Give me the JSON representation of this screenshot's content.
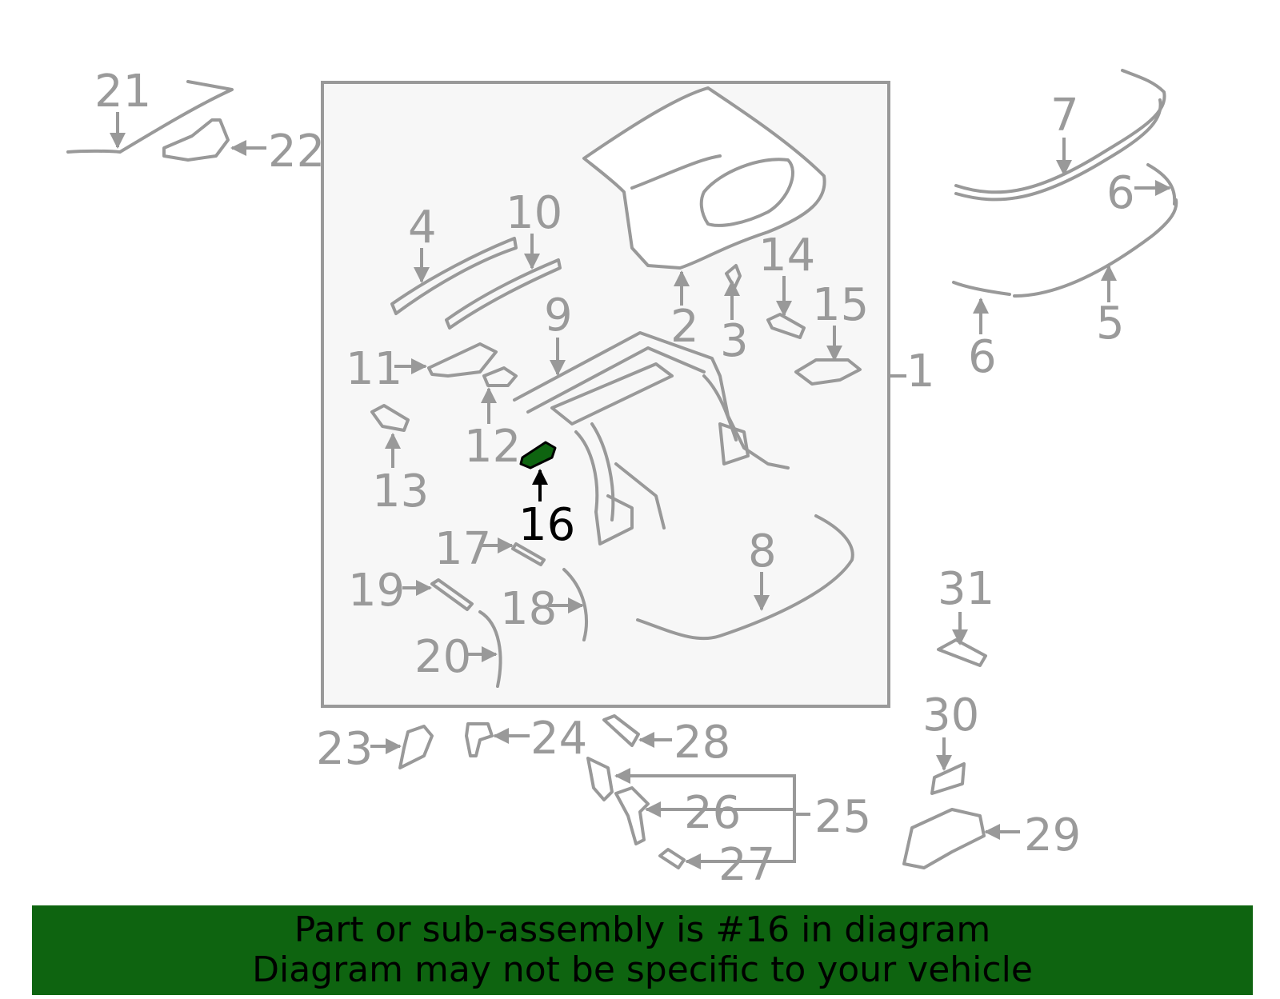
{
  "diagram": {
    "highlight_color": "#0e6410",
    "callouts": {
      "c1": "1",
      "c2": "2",
      "c3": "3",
      "c4": "4",
      "c5": "5",
      "c6a": "6",
      "c6b": "6",
      "c7": "7",
      "c8": "8",
      "c9": "9",
      "c10": "10",
      "c11": "11",
      "c12": "12",
      "c13": "13",
      "c14": "14",
      "c15": "15",
      "c16": "16",
      "c17": "17",
      "c18": "18",
      "c19": "19",
      "c20": "20",
      "c21": "21",
      "c22": "22",
      "c23": "23",
      "c24": "24",
      "c25": "25",
      "c26": "26",
      "c27": "27",
      "c28": "28",
      "c29": "29",
      "c30": "30",
      "c31": "31"
    }
  },
  "banner": {
    "line1": "Part or sub-assembly is #16 in diagram",
    "line2": "Diagram may not be specific to your vehicle",
    "background": "#0e6410"
  }
}
